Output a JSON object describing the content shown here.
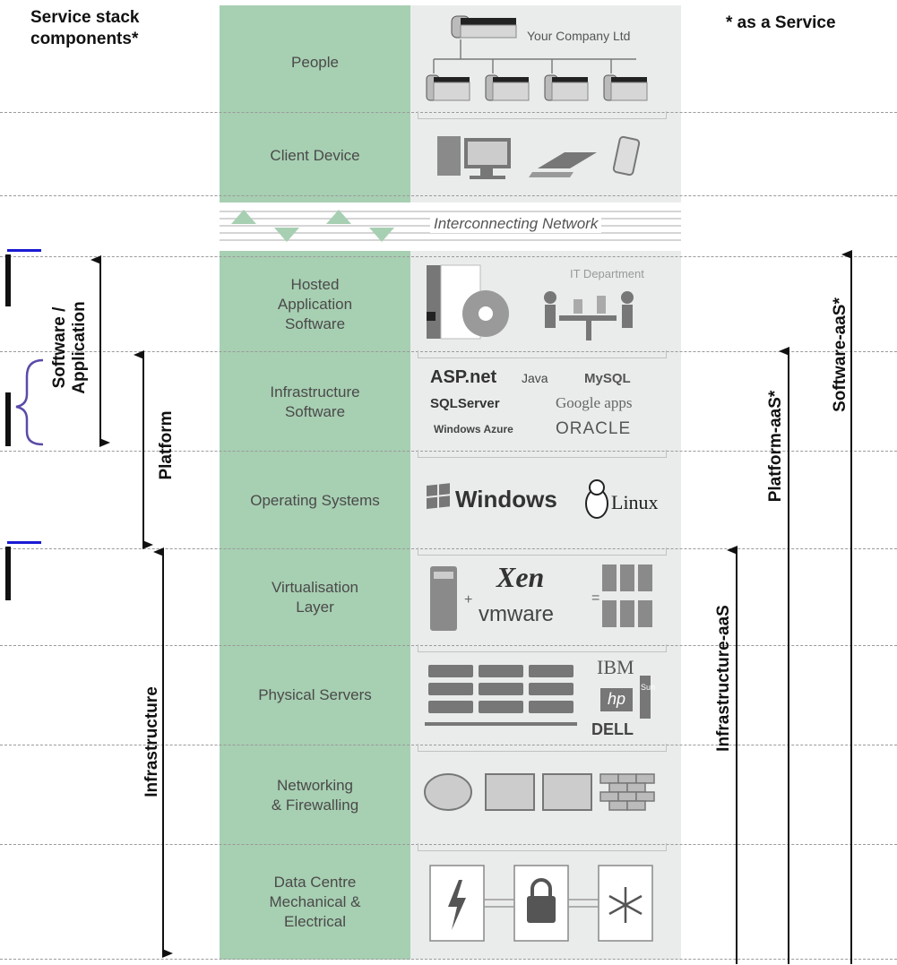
{
  "headings": {
    "left": "Service stack\ncomponents*",
    "right": "* as a Service"
  },
  "layers": [
    {
      "label": "People",
      "icon": "org-chart-icon"
    },
    {
      "label": "Client Device",
      "icon": "client-devices-icon"
    },
    {
      "label": "Hosted\nApplication\nSoftware",
      "icon": "hosted-application-icon"
    },
    {
      "label": "Infrastructure\nSoftware",
      "icon": "software-logos-icon"
    },
    {
      "label": "Operating Systems",
      "icon": "os-logos-icon"
    },
    {
      "label": "Virtualisation\nLayer",
      "icon": "virtualisation-icon"
    },
    {
      "label": "Physical Servers",
      "icon": "server-rack-icon"
    },
    {
      "label": "Networking\n& Firewalling",
      "icon": "network-devices-icon"
    },
    {
      "label": "Data Centre\nMechanical &\nElectrical",
      "icon": "datacentre-icon"
    }
  ],
  "network": {
    "label": "Interconnecting Network"
  },
  "visuals": {
    "company": "Your Company Ltd",
    "it_department": "IT Department",
    "software_logos": {
      "aspnet": "ASP.net",
      "java": "Java",
      "mysql": "MySQL",
      "sqlserver": "SQLServer",
      "google": "Google apps",
      "azure": "Windows Azure",
      "oracle": "ORACLE"
    },
    "os_logos": {
      "windows": "Windows",
      "linux": "Linux"
    },
    "virtualisation_logos": {
      "xen": "Xen",
      "vmware": "vmware"
    },
    "server_brands": {
      "ibm": "IBM",
      "hp": "hp",
      "dell": "DELL",
      "sun": "Sun"
    }
  },
  "left_brackets": [
    {
      "label": "Software /\nApplication"
    },
    {
      "label": "Platform"
    },
    {
      "label": "Infrastructure"
    }
  ],
  "right_arrows": [
    {
      "label": "Infrastructure-aaS"
    },
    {
      "label": "Platform-aaS*"
    },
    {
      "label": "Software-aaS*"
    }
  ],
  "colors": {
    "layer_column": "#a7cfb2",
    "visual_column": "#eaeceb",
    "separator": "#9a9a9a",
    "accent_mark": "#1a1ad4",
    "brace": "#5b4aa8"
  }
}
